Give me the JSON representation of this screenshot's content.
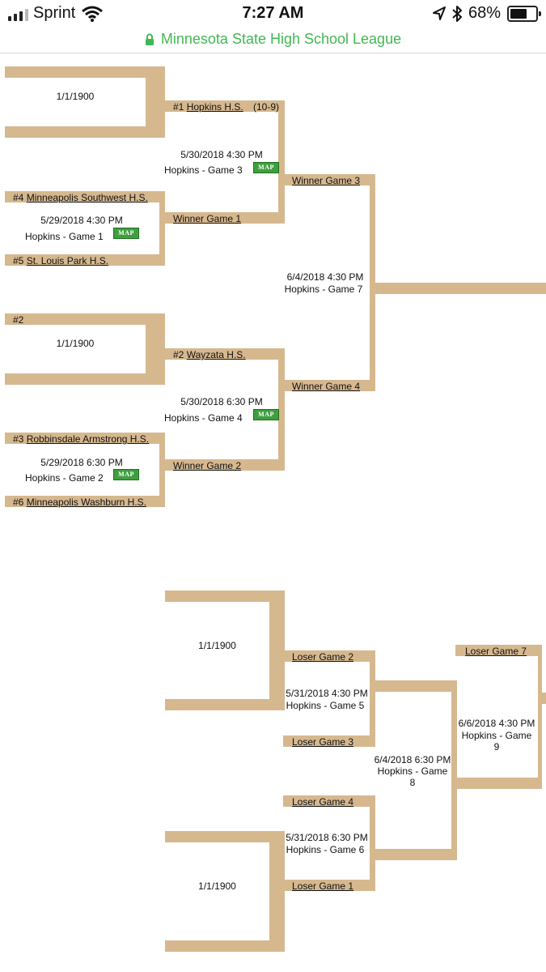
{
  "status_bar": {
    "carrier": "Sprint",
    "time": "7:27 AM",
    "battery_pct": "68%",
    "battery_level": 0.68,
    "icons": [
      "signal-icon",
      "wifi-icon",
      "location-icon",
      "bluetooth-icon",
      "battery-icon"
    ]
  },
  "browser": {
    "site_title": "Minnesota State High School League",
    "secure": true
  },
  "colors": {
    "bracket": "#d6b88f",
    "accent": "#43b753",
    "map_button": "#3f9f3f"
  },
  "winners": {
    "bye1": {
      "date": "1/1/1900"
    },
    "bye2": {
      "seed": "#2",
      "date": "1/1/1900"
    },
    "g1": {
      "seed_top": "#4",
      "team_top": "Minneapolis Southwest H.S.",
      "date": "5/29/2018 4:30 PM",
      "site": "Hopkins - Game 1",
      "seed_bot": "#5",
      "team_bot": "St. Louis Park H.S."
    },
    "g2": {
      "seed_top": "#3",
      "team_top": "Robbinsdale Armstrong H.S.",
      "date": "5/29/2018 6:30 PM",
      "site": "Hopkins - Game 2",
      "seed_bot": "#6",
      "team_bot": "Minneapolis Washburn H.S."
    },
    "g3": {
      "seed": "#1",
      "team": "Hopkins H.S.",
      "record": "(10-9)",
      "date": "5/30/2018 4:30 PM",
      "site": "Hopkins - Game 3",
      "bottom": "Winner Game 1"
    },
    "g4": {
      "seed": "#2",
      "team": "Wayzata H.S.",
      "date": "5/30/2018 6:30 PM",
      "site": "Hopkins - Game 4",
      "bottom": "Winner Game 2"
    },
    "g7": {
      "top": "Winner Game 3",
      "date": "6/4/2018 4:30 PM",
      "site": "Hopkins - Game 7",
      "bottom": "Winner Game 4"
    }
  },
  "map_label": "MAP",
  "losers": {
    "bye1": {
      "date": "1/1/1900"
    },
    "bye2": {
      "date": "1/1/1900"
    },
    "g5": {
      "top": "Loser Game 2",
      "date": "5/31/2018 4:30 PM",
      "site": "Hopkins - Game 5",
      "bottom": "Loser Game 3"
    },
    "g6": {
      "top": "Loser Game 4",
      "date": "5/31/2018 6:30 PM",
      "site": "Hopkins - Game 6",
      "bottom": "Loser Game 1"
    },
    "g8": {
      "date": "6/4/2018 6:30 PM",
      "site_line1": "Hopkins - Game",
      "site_line2": "8"
    },
    "g9": {
      "top": "Loser Game 7",
      "date": "6/6/2018 4:30 PM",
      "site_line1": "Hopkins - Game",
      "site_line2": "9"
    }
  }
}
